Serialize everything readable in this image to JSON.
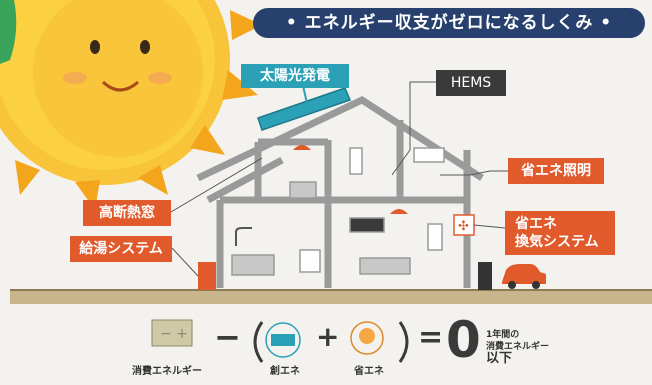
{
  "title": "• エネルギー収支がゼロになるしくみ •",
  "labels": {
    "solar": "太陽光発電",
    "hems": "HEMS",
    "window": "高断熱窓",
    "water": "給湯システム",
    "lighting": "省エネ照明",
    "vent_line1": "省エネ",
    "vent_line2": "換気システム"
  },
  "equation": {
    "consumption": "消費エネルギー",
    "minus": "−",
    "create": "創エネ",
    "plus": "+",
    "save": "省エネ",
    "equals": "=",
    "zero": "0",
    "note_line1": "1年間の",
    "note_line2": "消費エネルギー",
    "note_line3": "以下"
  },
  "colors": {
    "navy": "#27406e",
    "orange": "#e15a2c",
    "teal": "#2aa1b6",
    "sun": "#f6b21c"
  }
}
